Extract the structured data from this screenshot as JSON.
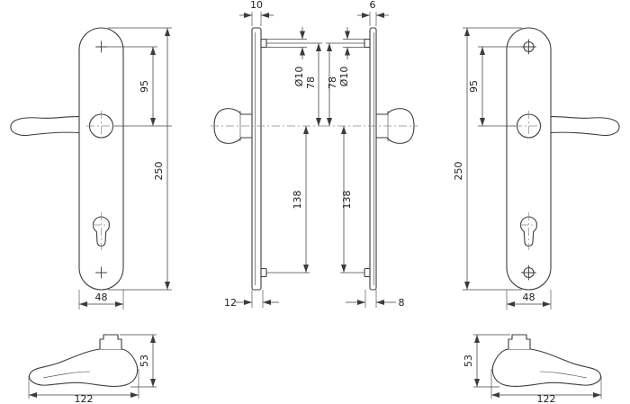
{
  "views": {
    "front_left": {
      "dims": {
        "height_to_handle": "95",
        "plate_height": "250",
        "plate_width": "48"
      }
    },
    "side_left": {
      "dims": {
        "top_depth": "10",
        "stud_diameter": "Ø10",
        "stud_to_handle": "78",
        "handle_to_stud": "138",
        "bottom_depth": "12"
      }
    },
    "side_right": {
      "dims": {
        "top_depth": "6",
        "stud_diameter": "Ø10",
        "stud_to_handle": "78",
        "handle_to_stud": "138",
        "bottom_depth": "8"
      }
    },
    "front_right": {
      "dims": {
        "height_to_handle": "95",
        "plate_height": "250",
        "plate_width": "48"
      }
    },
    "top_left": {
      "dims": {
        "handle_height": "53",
        "handle_length": "122"
      }
    },
    "top_right": {
      "dims": {
        "handle_height": "53",
        "handle_length": "122"
      }
    }
  },
  "colors": {
    "line": "#3d3d3d",
    "dimension": "#3c3c3c",
    "background": "#ffffff"
  }
}
